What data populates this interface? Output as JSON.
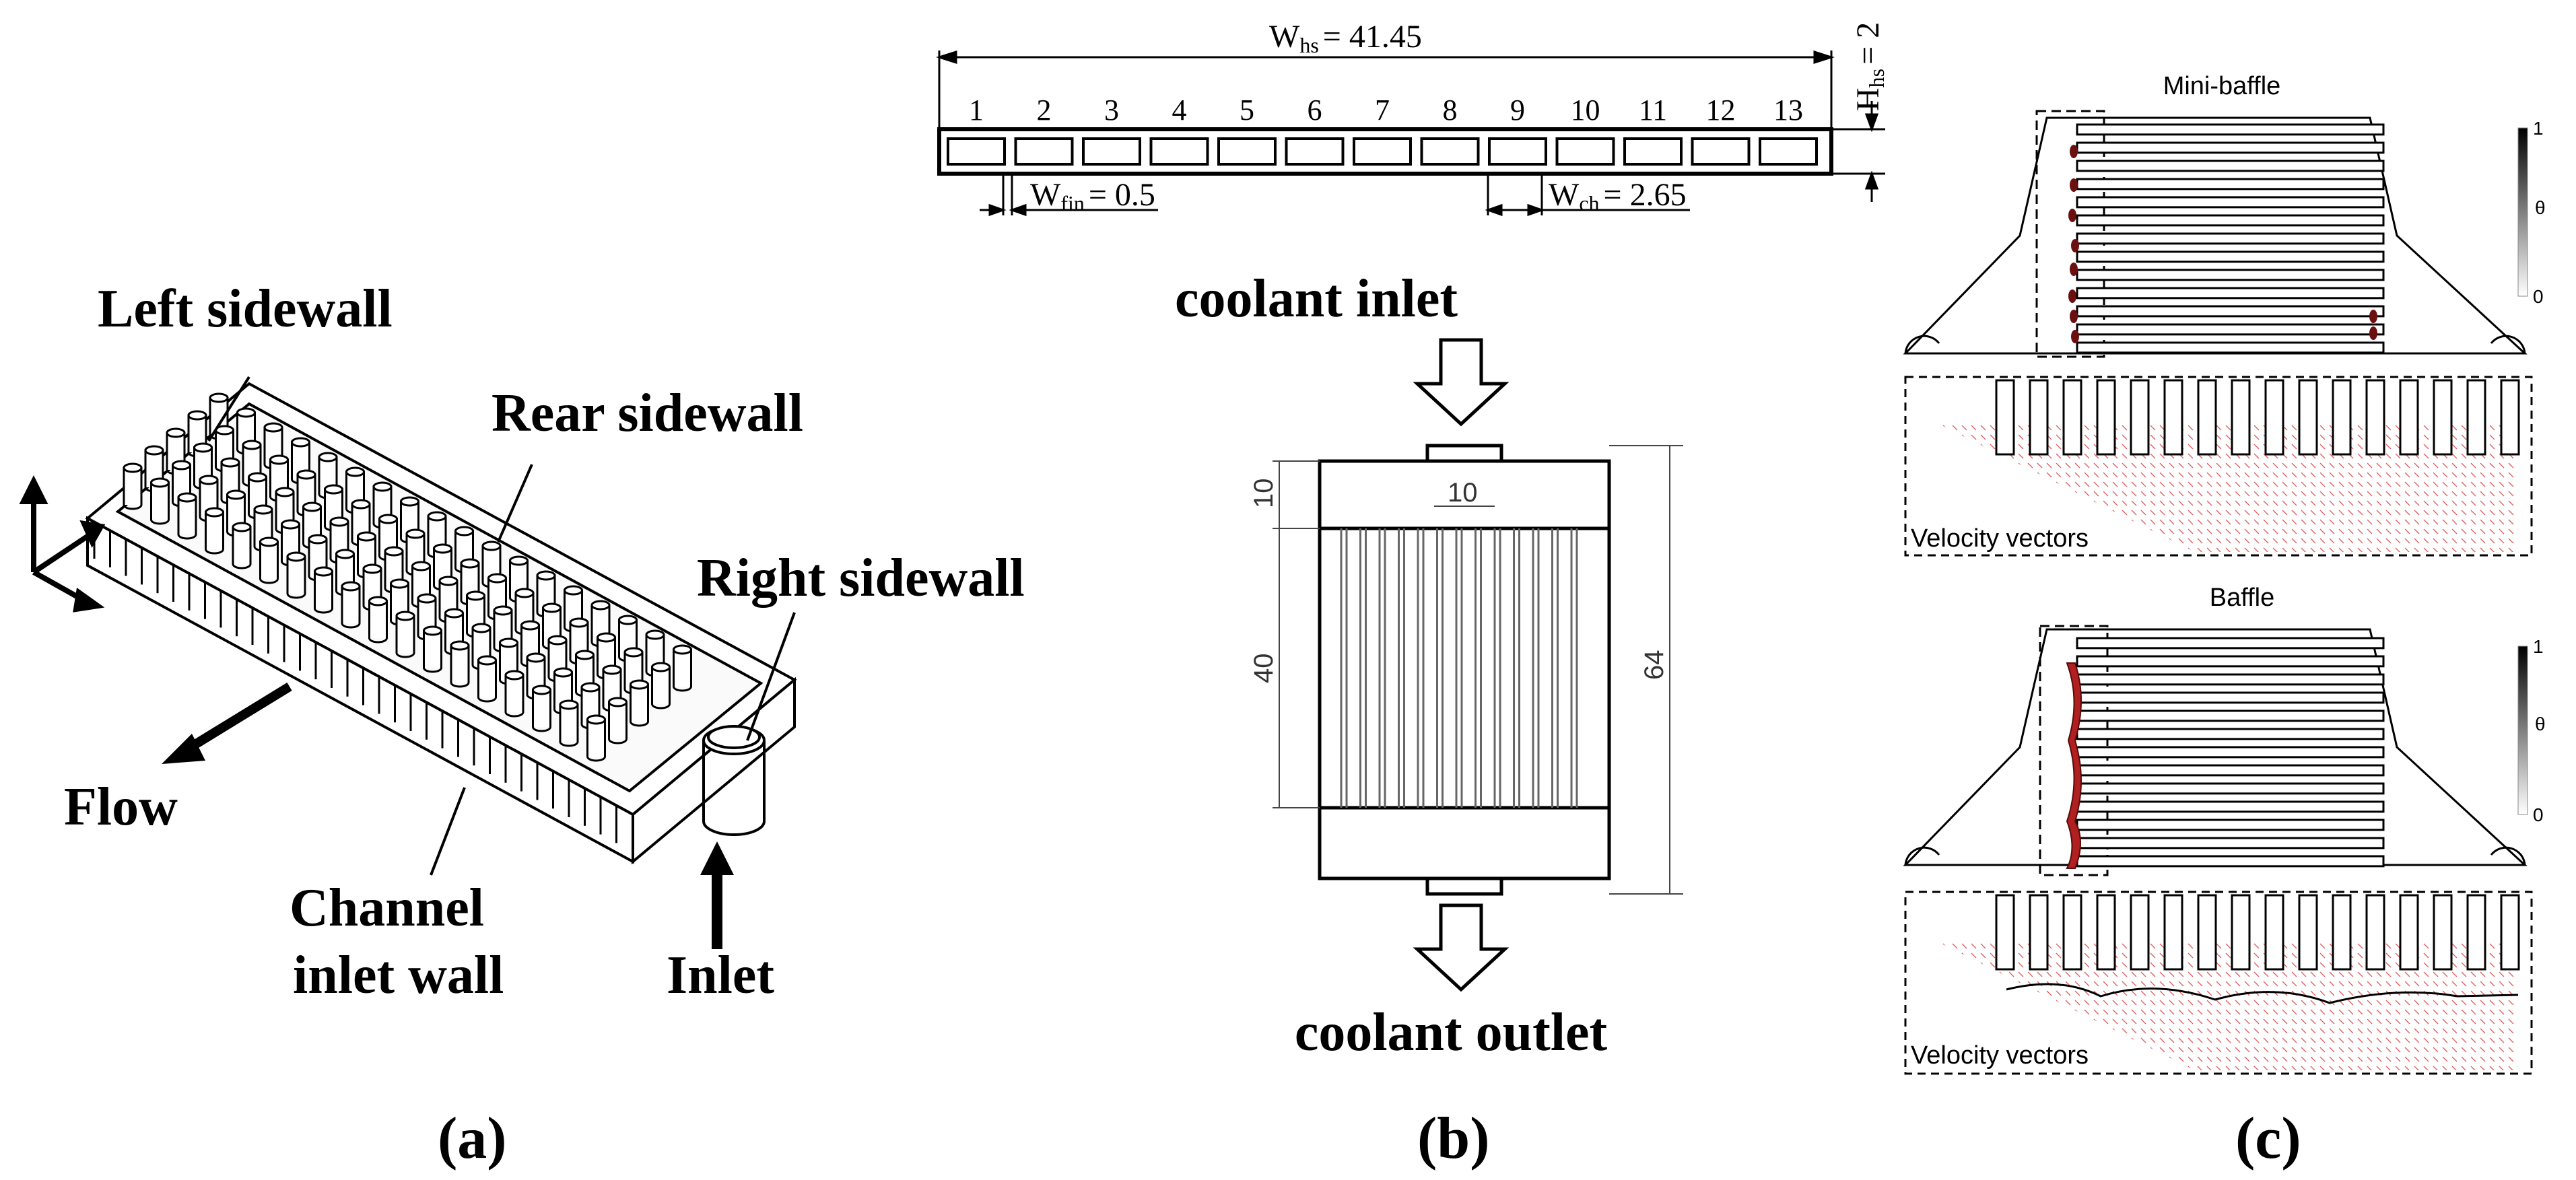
{
  "panel_a": {
    "caption": "(a)",
    "labels": {
      "left_sidewall": "Left sidewall",
      "rear_sidewall": "Rear sidewall",
      "right_sidewall": "Right sidewall",
      "flow": "Flow",
      "channel_inlet_wall_1": "Channel",
      "channel_inlet_wall_2": "inlet wall",
      "inlet": "Inlet"
    }
  },
  "panel_b": {
    "caption": "(b)",
    "whs_label": "W",
    "whs_sub": "hs",
    "whs_value": "= 41.45",
    "hhs_label": "H",
    "hhs_sub": "hs",
    "hhs_value": "= 2",
    "wfin_label": "W",
    "wfin_sub": "fin",
    "wfin_value": "= 0.5",
    "wch_label": "W",
    "wch_sub": "ch",
    "wch_value": "= 2.65",
    "channel_numbers": [
      "1",
      "2",
      "3",
      "4",
      "5",
      "6",
      "7",
      "8",
      "9",
      "10",
      "11",
      "12",
      "13"
    ],
    "coolant_inlet": "coolant inlet",
    "coolant_outlet": "coolant outlet",
    "dim_10_top": "10",
    "dim_10_side": "10",
    "dim_40": "40",
    "dim_64": "64"
  },
  "panel_c": {
    "caption": "(c)",
    "top_title": "Mini-baffle",
    "bottom_title": "Baffle",
    "velocity_label_top": "Velocity vectors",
    "velocity_label_bottom": "Velocity vectors",
    "colorbar_max": "1",
    "colorbar_min": "0",
    "colorbar_symbol": "θ",
    "accent_red": "#d42a2a"
  }
}
